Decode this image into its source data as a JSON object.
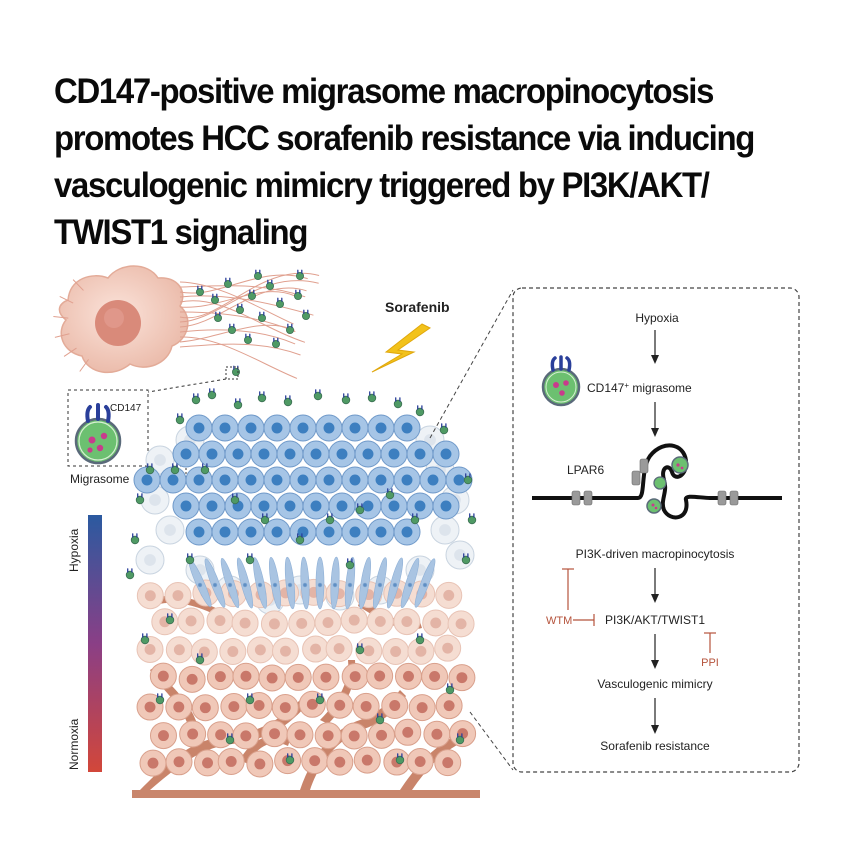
{
  "title_lines": [
    "CD147-positive migrasome macropinocytosis",
    "promotes HCC sorafenib resistance via inducing",
    "vasculogenic mimicry triggered by PI3K/AKT/",
    "TWIST1 signaling"
  ],
  "left": {
    "sorafenib": "Sorafenib",
    "cd147_small": "CD147",
    "migrasome": "Migrasome",
    "hypoxia": "Hypoxia",
    "normoxia": "Normoxia"
  },
  "pathway": {
    "hypoxia": "Hypoxia",
    "cd147_main": "CD147",
    "cd147_sup": "+",
    "cd147_tail": " migrasome",
    "lpar6": "LPAR6",
    "pi3k_driven": "PI3K-driven macropinocytosis",
    "wtm": "WTM",
    "pi3k_akt": "PI3K/AKT/TWIST1",
    "ppi": "PPI",
    "vasculogenic": "Vasculogenic mimicry",
    "resistance": "Sorafenib resistance"
  },
  "colors": {
    "inhibitor": "#b5533c",
    "hypoxia_gradient": "#2b5aa0",
    "normoxia_gradient": "#d2473a",
    "migrasome_fill": "#6cc070",
    "bolt": "#f2c21b"
  }
}
